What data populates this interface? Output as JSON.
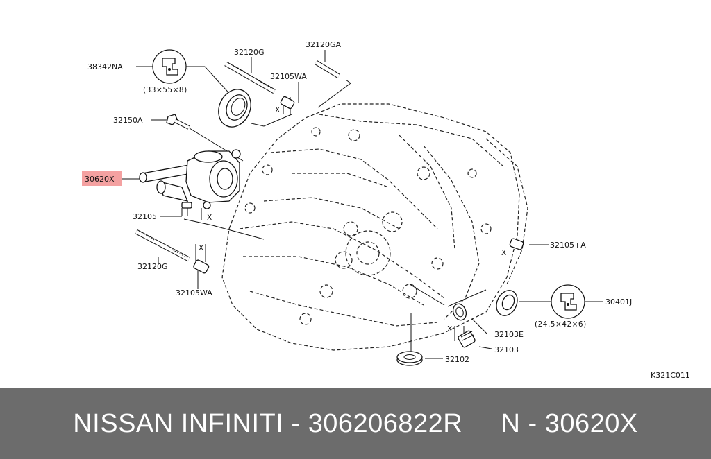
{
  "diagram": {
    "labels": {
      "p38342NA": "38342NA",
      "seal_left_size": "(33×55×8)",
      "p32120G_top": "32120G",
      "p32120GA": "32120GA",
      "p32105WA_top": "32105WA",
      "p32150A": "32150A",
      "p30620X": "30620X",
      "p32105": "32105",
      "p32120G_bottom": "32120G",
      "p32105WA_bottom": "32105WA",
      "p32105A": "32105+A",
      "p30401J": "30401J",
      "seal_right_size": "(24.5×42×6)",
      "p32103E": "32103E",
      "p32103": "32103",
      "p32102": "32102",
      "ref_code": "K321C011",
      "dim_x": "X"
    },
    "highlight_color": "#f4a1a1",
    "icons": [
      "seal-left-icon",
      "seal-right-icon"
    ]
  },
  "footer": {
    "caption": "NISSAN INFINITI - 306206822R     N - 30620X",
    "background": "#6c6c6c",
    "text_color": "#ffffff"
  }
}
